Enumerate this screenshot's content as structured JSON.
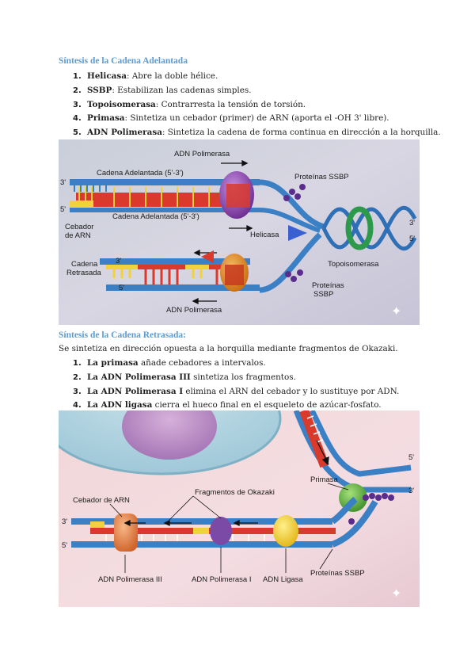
{
  "section1": {
    "heading": "Síntesis de la Cadena Adelantada",
    "items": [
      {
        "num": "1.",
        "term": "Helicasa",
        "desc": ": Abre la doble hélice."
      },
      {
        "num": "2.",
        "term": "SSBP",
        "desc": ": Estabilizan las cadenas simples."
      },
      {
        "num": "3.",
        "term": "Topoisomerasa",
        "desc": ": Contrarresta la tensión de torsión."
      },
      {
        "num": "4.",
        "term": "Primasa",
        "desc": ": Sintetiza un cebador (primer) de ARN (aporta el -OH 3' libre)."
      },
      {
        "num": "5.",
        "term": "ADN Polimerasa",
        "desc": ": Sintetiza la cadena de forma continua en dirección a la horquilla."
      }
    ],
    "figure_labels": {
      "adn_pol_top": "ADN Polimerasa",
      "cadena_adel_top": "Cadena Adelantada (5'-3')",
      "proteinas_ssbp_top": "Proteínas SSBP",
      "three_prime_left": "3'",
      "five_prime_left": "5'",
      "cadena_adel_mid": "Cadena Adelantada (5'-3')",
      "cebador": "Cebador",
      "de_arn": "de ARN",
      "helicasa": "Helicasa",
      "three_prime_right": "3'",
      "five_prime_right": "5'",
      "cadena": "Cadena",
      "retrasada": "Retrasada",
      "three_prime_lag": "3'",
      "five_prime_lag": "5'",
      "topoisomerasa": "Topoisomerasa",
      "proteinas": "Proteínas",
      "ssbp": "SSBP",
      "adn_pol_bottom": "ADN Polimerasa"
    }
  },
  "section2": {
    "heading": "Síntesis de la Cadena Retrasada:",
    "intro": "Se sintetiza en dirección opuesta a la horquilla mediante fragmentos de Okazaki.",
    "items": [
      {
        "num": "1.",
        "term": "La primasa",
        "desc": " añade cebadores a intervalos."
      },
      {
        "num": "2.",
        "term": "La ADN Polimerasa III",
        "desc": " sintetiza los fragmentos."
      },
      {
        "num": "3.",
        "term": "La ADN Polimerasa I",
        "desc": " elimina el ARN del cebador y lo sustituye por ADN."
      },
      {
        "num": "4.",
        "term": "La ADN ligasa",
        "desc": " cierra el hueco final en el esqueleto de azúcar-fosfato."
      }
    ],
    "figure_labels": {
      "cebador_arn": "Cebador de ARN",
      "fragmentos": "Fragmentos de Okazaki",
      "primasa": "Primasa",
      "five_prime_top": "5'",
      "three_prime_right": "3'",
      "three_prime_left": "3'",
      "five_prime_left": "5'",
      "pol3": "ADN Polimerasa III",
      "pol1": "ADN Polimerasa I",
      "ligasa": "ADN Ligasa",
      "ssbp": "Proteínas SSBP"
    }
  }
}
